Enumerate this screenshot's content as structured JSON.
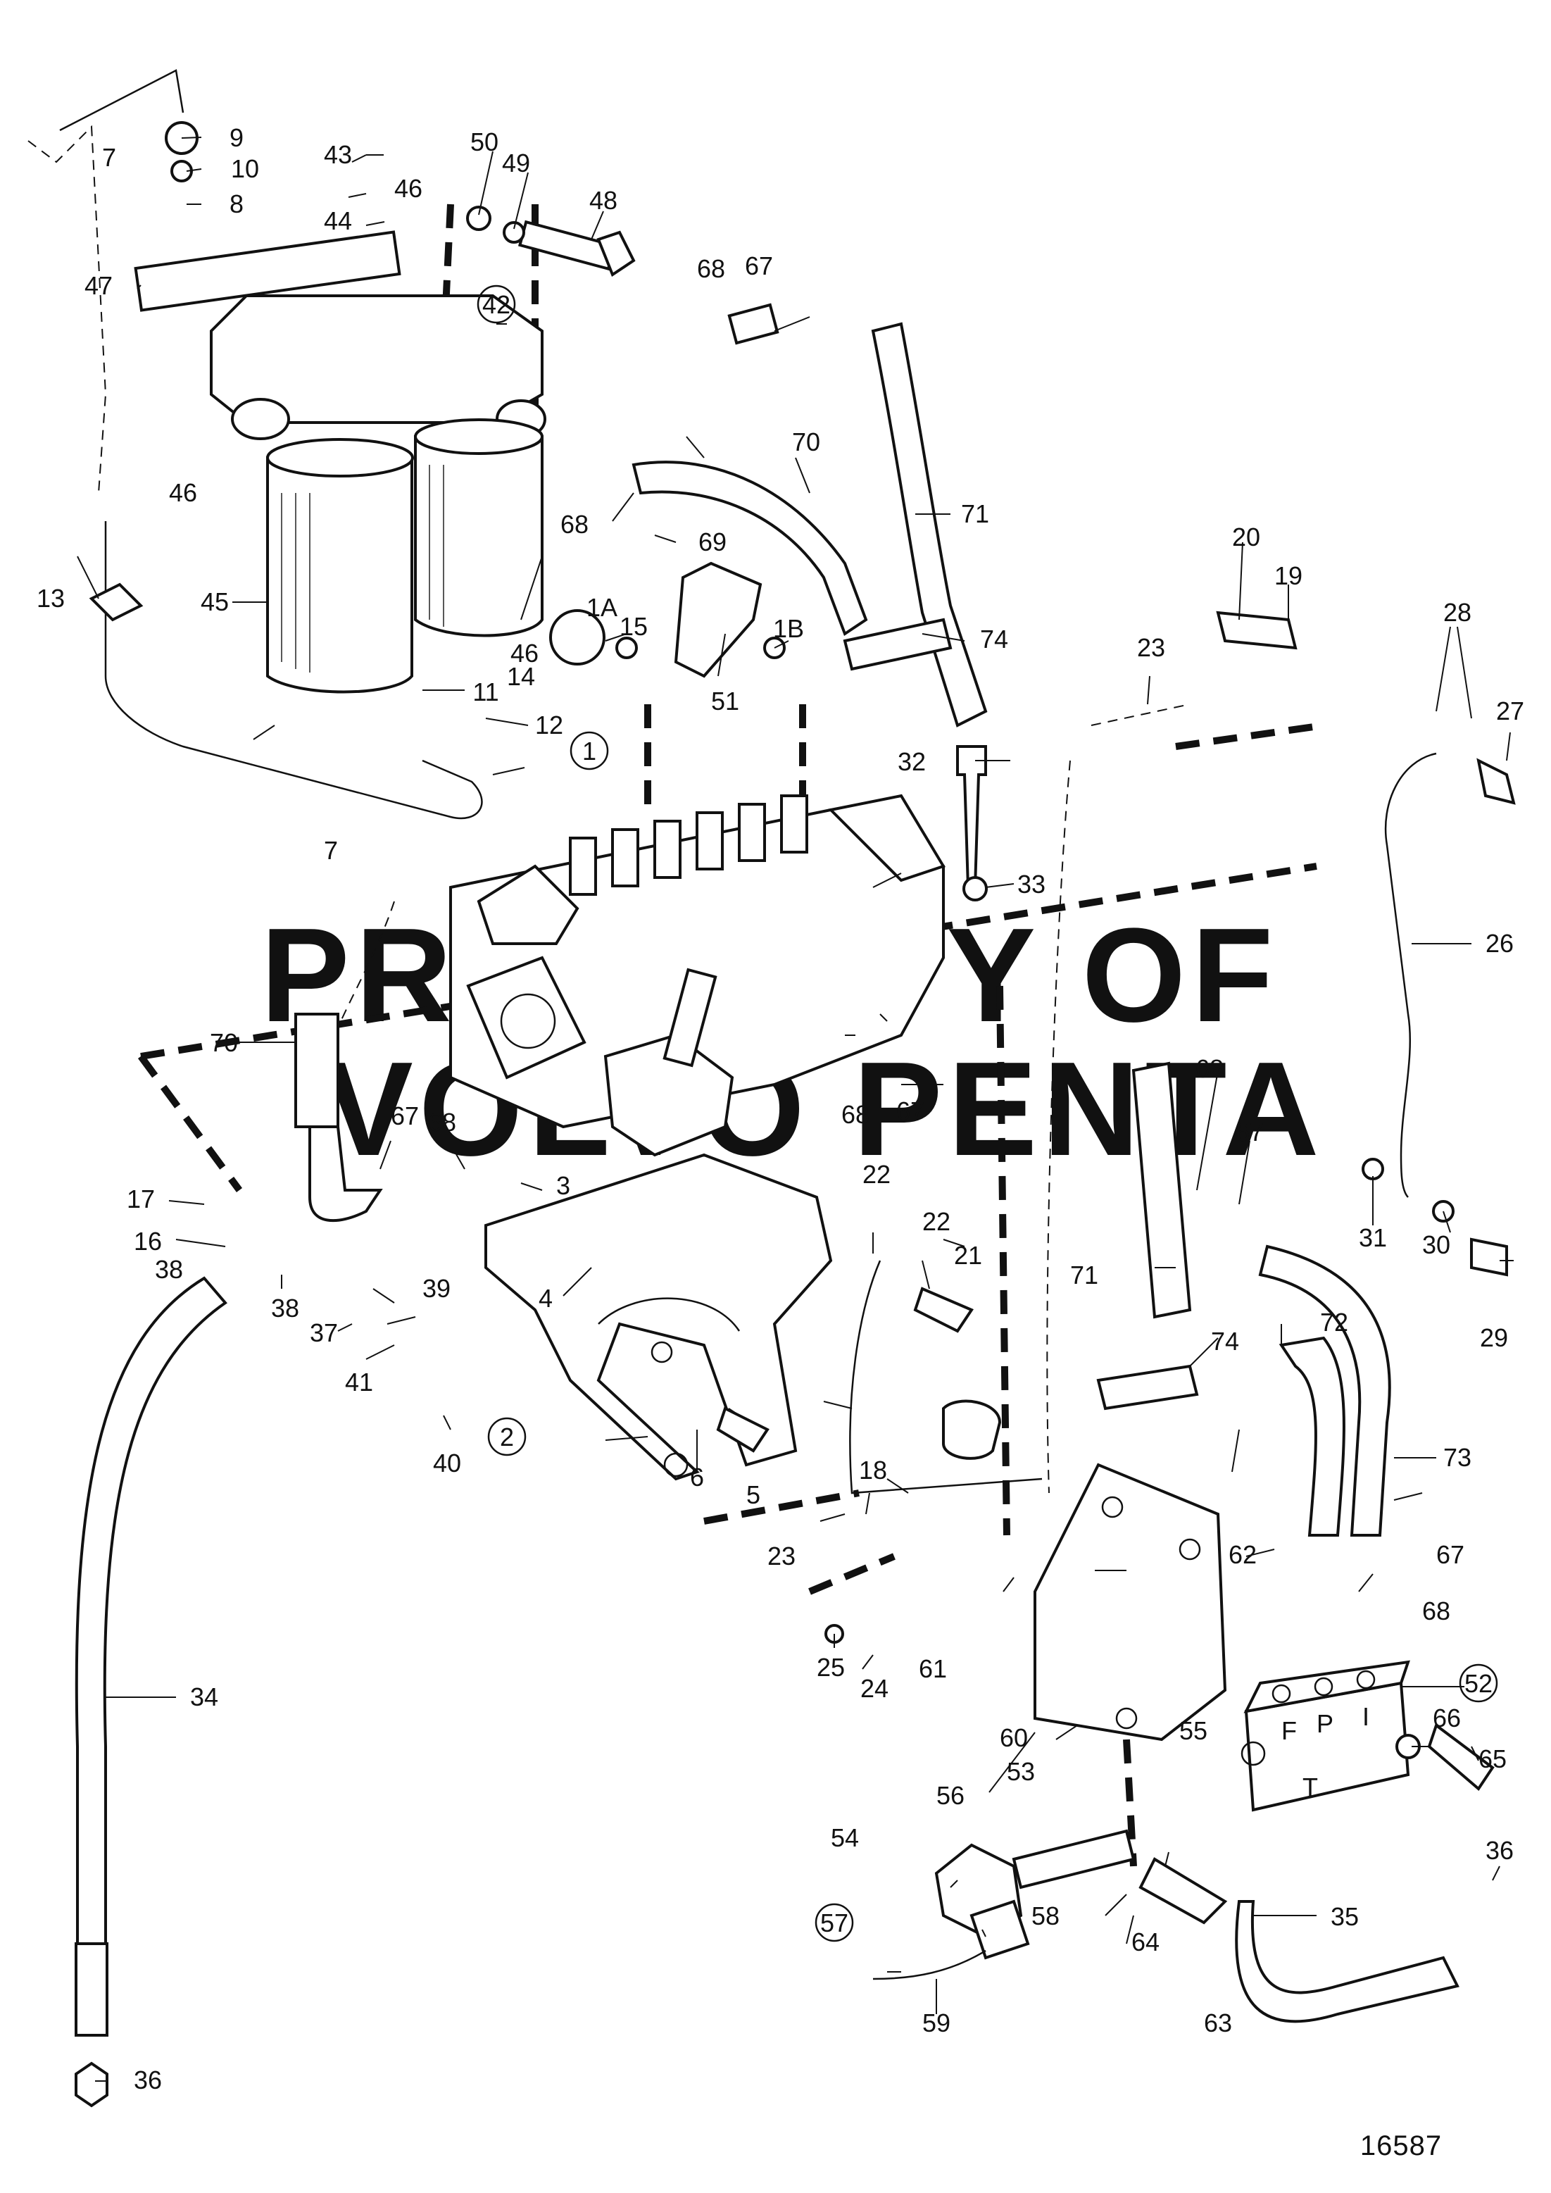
{
  "drawing_number": "16587",
  "watermark": {
    "line1": "PROPERTY OF",
    "line2": "VOLVO PENTA"
  },
  "callouts": {
    "c1": "1",
    "c1a": "1A",
    "c1b": "1B",
    "c2": "2",
    "c3": "3",
    "c4": "4",
    "c5": "5",
    "c6": "6",
    "c7a": "7",
    "c7b": "7",
    "c8": "8",
    "c9": "9",
    "c10": "10",
    "c11": "11",
    "c12": "12",
    "c13": "13",
    "c14": "14",
    "c15": "15",
    "c16": "16",
    "c17": "17",
    "c18": "18",
    "c19": "19",
    "c20": "20",
    "c21": "21",
    "c22a": "22",
    "c22b": "22",
    "c23a": "23",
    "c23b": "23",
    "c24": "24",
    "c25": "25",
    "c26": "26",
    "c27": "27",
    "c28": "28",
    "c29": "29",
    "c30": "30",
    "c31": "31",
    "c32": "32",
    "c33": "33",
    "c34": "34",
    "c35": "35",
    "c36a": "36",
    "c36b": "36",
    "c37": "37",
    "c38a": "38",
    "c38b": "38",
    "c39": "39",
    "c40": "40",
    "c41": "41",
    "c42": "42",
    "c43": "43",
    "c44": "44",
    "c45": "45",
    "c46a": "46",
    "c46b": "46",
    "c46c": "46",
    "c47": "47",
    "c48": "48",
    "c49": "49",
    "c50": "50",
    "c51": "51",
    "c52": "52",
    "c53": "53",
    "c54": "54",
    "c55": "55",
    "c56": "56",
    "c57": "57",
    "c58": "58",
    "c59": "59",
    "c60": "60",
    "c61": "61",
    "c62": "62",
    "c63": "63",
    "c64": "64",
    "c65": "65",
    "c66": "66",
    "c67a": "67",
    "c67b": "67",
    "c67c": "67",
    "c67d": "67",
    "c67e": "67",
    "c68a": "68",
    "c68b": "68",
    "c68c": "68",
    "c68d": "68",
    "c68e": "68",
    "c68f": "68",
    "c69": "69",
    "c70a": "70",
    "c70b": "70",
    "c71a": "71",
    "c71b": "71",
    "c72": "72",
    "c73": "73",
    "c74a": "74",
    "c74b": "74"
  },
  "valve_ports": {
    "f": "F",
    "p": "P",
    "i": "I",
    "t": "T"
  }
}
